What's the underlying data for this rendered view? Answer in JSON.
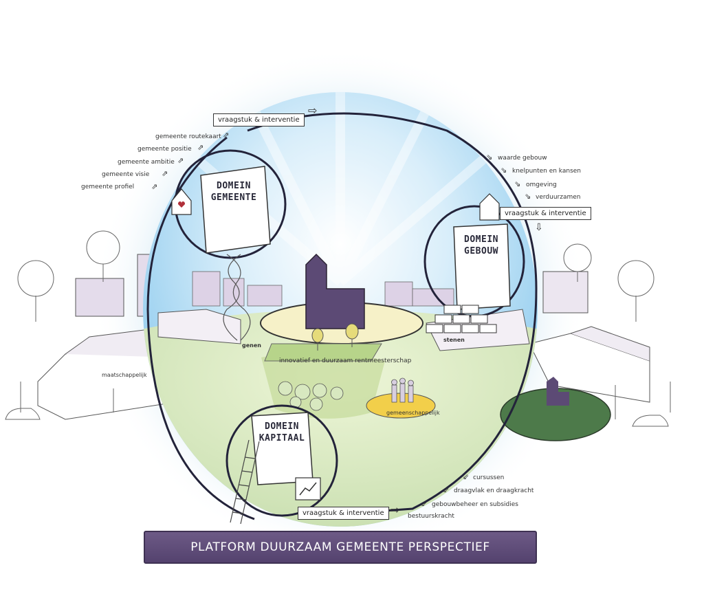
{
  "banner": {
    "title": "PLATFORM DUURZAAM GEMEENTE PERSPECTIEF"
  },
  "domains": {
    "gemeente": {
      "line1": "DOMEIN",
      "line2": "GEMEENTE"
    },
    "gebouw": {
      "line1": "DOMEIN",
      "line2": "GEBOUW"
    },
    "kapitaal": {
      "line1": "DOMEIN",
      "line2": "KAPITAAL"
    }
  },
  "interventions": {
    "top": "vraagstuk & interventie",
    "right": "vraagstuk & interventie",
    "bottom": "vraagstuk & interventie"
  },
  "gemeente_steps": [
    "gemeente routekaart",
    "gemeente positie",
    "gemeente ambitie",
    "gemeente visie",
    "gemeente profiel"
  ],
  "gebouw_steps": [
    "waarde gebouw",
    "knelpunten en kansen",
    "omgeving",
    "verduurzamen"
  ],
  "kapitaal_steps": [
    "cursussen",
    "draagvlak en draagkracht",
    "gebouwbeheer en subsidies",
    "bestuurskracht"
  ],
  "scene": {
    "genen": "genen",
    "stenen": "stenen",
    "center": "innovatief en duurzaam rentmeesterschap",
    "maatschappelijk": "maatschappelijk",
    "gemeenschappelijk": "gemeenschappelijk"
  },
  "colors": {
    "purple": "#5c4a75",
    "green": "#4d7a4a",
    "yellow": "#f2cf4a",
    "sky": "#9fd0ef"
  }
}
